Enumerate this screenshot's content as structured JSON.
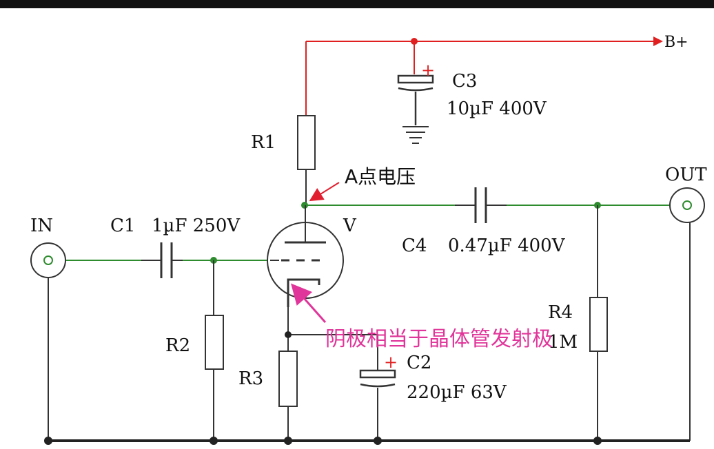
{
  "labels": {
    "in": "IN",
    "out": "OUT",
    "b_plus": "B+",
    "r1": "R1",
    "r2": "R2",
    "r3": "R3",
    "r4": "R4",
    "r4_value": "1M",
    "c1": "C1",
    "c1_value": "1µF 250V",
    "c2": "C2",
    "c2_value": "220µF 63V",
    "c3": "C3",
    "c3_value": "10µF 400V",
    "c4": "C4",
    "c4_value": "0.47µF  400V",
    "v": "V",
    "plus": "+"
  },
  "annotations": {
    "point_a": "A点电压",
    "cathode_note": "阴极相当于晶体管发射极"
  },
  "colors": {
    "signal_wire": "#2e8b2e",
    "supply_wire": "#e02020",
    "annotation_arrow": "#e02030",
    "cathode_note": "#e0359a",
    "component": "#333333"
  }
}
